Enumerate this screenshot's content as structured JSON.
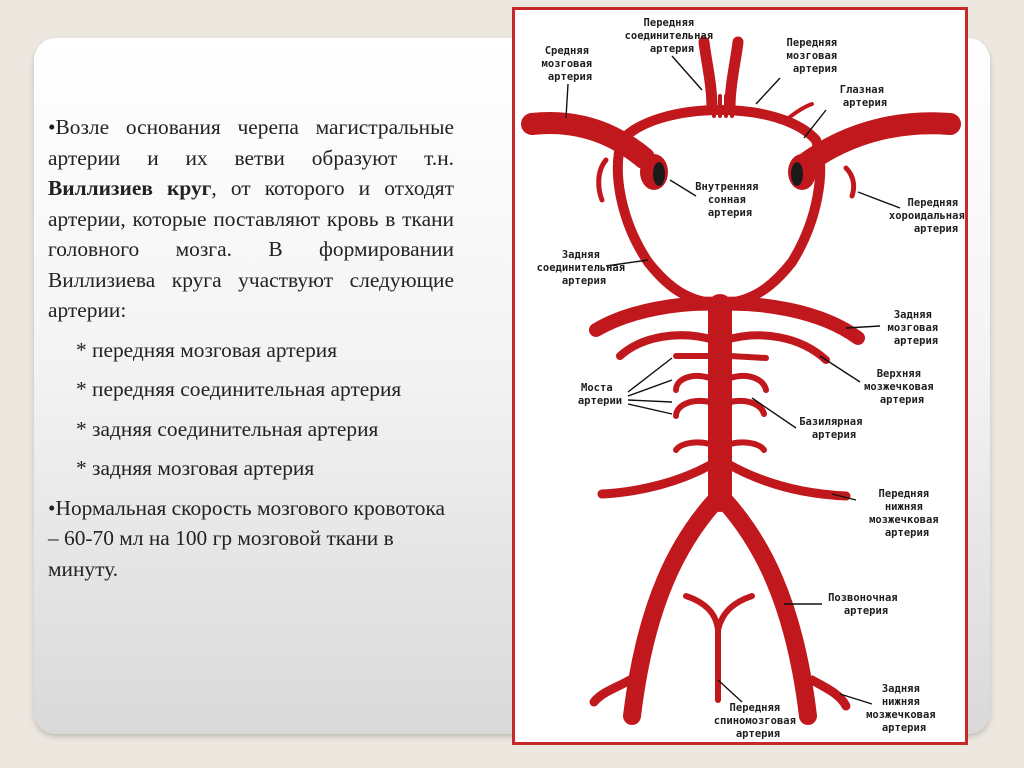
{
  "slide": {
    "paragraph1": {
      "bullet": "•",
      "before": "Возле основания черепа магистральные артерии и их ветви образуют т.н. ",
      "bold": "Виллизиев круг",
      "after": ", от которого и отходят артерии, которые поставляют кровь в ткани головного мозга. В формировании Виллизиева круга участвуют следующие артерии:"
    },
    "list": [
      "* передняя мозговая артерия",
      "* передняя соединительная артерия",
      "* задняя соединительная артерия",
      "* задняя мозговая артерия"
    ],
    "paragraph2": {
      "bullet": "•",
      "text": "Нормальная скорость мозгового кровотока – 60-70 мл на 100 гр мозговой ткани в минуту."
    }
  },
  "diagram": {
    "artery_color": "#c0181c",
    "frame_color": "#c8282a",
    "labels": {
      "anterior_communicating": [
        "Передняя",
        "соединительная",
        "артерия"
      ],
      "middle_cerebral": [
        "Средняя",
        "мозговая",
        "артерия"
      ],
      "anterior_cerebral": [
        "Передняя",
        "мозговая",
        "артерия"
      ],
      "ophthalmic": [
        "Глазная",
        "артерия"
      ],
      "internal_carotid": [
        "Внутренняя",
        "сонная",
        "артерия"
      ],
      "anterior_choroidal": [
        "Передняя",
        "хороидальная",
        "артерия"
      ],
      "posterior_communicating": [
        "Задняя",
        "соединительная",
        "артерия"
      ],
      "posterior_cerebral": [
        "Задняя",
        "мозговая",
        "артерия"
      ],
      "superior_cerebellar": [
        "Верхняя",
        "мозжечковая",
        "артерия"
      ],
      "pontine": [
        "Моста",
        "артерии"
      ],
      "basilar": [
        "Базилярная",
        "артерия"
      ],
      "anterior_inferior_cerebellar": [
        "Передняя",
        "нижняя",
        "мозжечковая",
        "артерия"
      ],
      "vertebral": [
        "Позвоночная",
        "артерия"
      ],
      "anterior_spinal": [
        "Передняя",
        "спиномозговая",
        "артерия"
      ],
      "posterior_inferior_cerebellar": [
        "Задняя",
        "нижняя",
        "мозжечковая",
        "артерия"
      ]
    }
  }
}
